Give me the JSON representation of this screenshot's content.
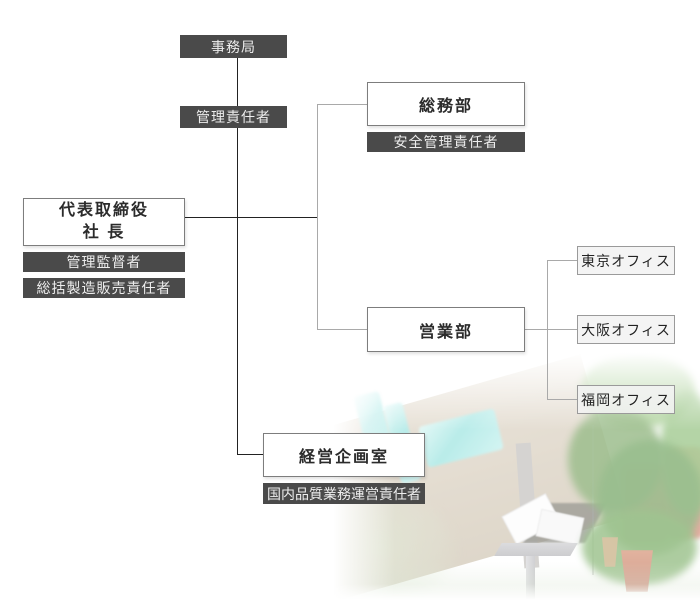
{
  "org_chart": {
    "nodes": {
      "secretariat": "事務局",
      "management_officer": "管理責任者",
      "president_line1": "代表取締役",
      "president_line2": "社 長",
      "supervisor": "管理監督者",
      "marketing_director": "総括製造販売責任者",
      "general_affairs": "総務部",
      "safety_manager": "安全管理責任者",
      "sales_dept": "営業部",
      "tokyo_office": "東京オフィス",
      "osaka_office": "大阪オフィス",
      "fukuoka_office": "福岡オフィス",
      "planning_office": "経営企画室",
      "domestic_quality_manager": "国内品質業務運営責任者"
    },
    "colors": {
      "dark_box_bg": "#4a4a4a",
      "dark_box_text": "#ededed",
      "white_box_border": "#7d7d7d",
      "office_box_bg": "#f3f3f3",
      "line_black": "#222222",
      "line_gray": "#a9a9a9",
      "logo_teal": "#83e0dc",
      "wall_beige": "#c7baa4",
      "plant_green": "#578f3c",
      "chair_red": "#c84a33"
    }
  }
}
